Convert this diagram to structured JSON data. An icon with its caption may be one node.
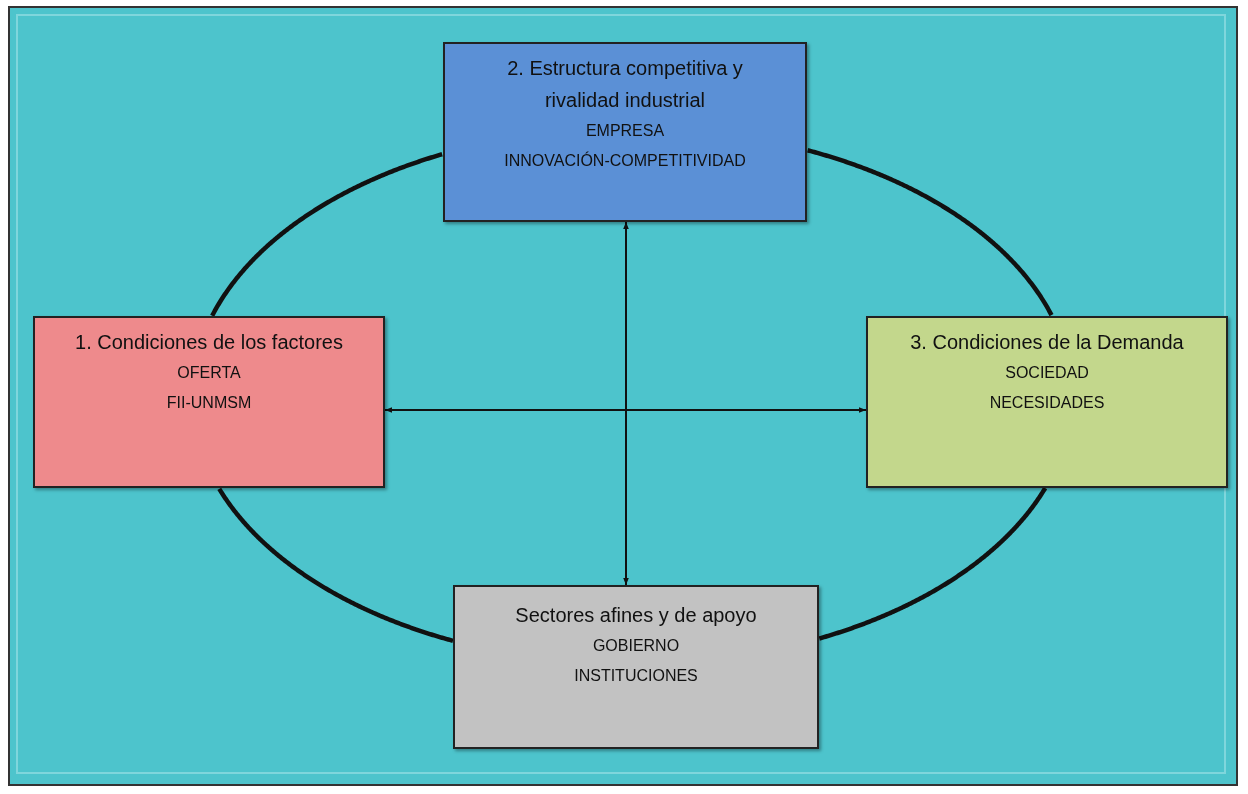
{
  "diagram": {
    "nodes": [
      {
        "text": [
          "2. Estructura competitiva y rivalidad industrial",
          "EMPRESA",
          "INNOVACIÓN-COMPETITIVIDAD"
        ]
      },
      {
        "text": [
          "1. Condiciones de los factores",
          "OFERTA",
          "FII-UNMSM"
        ]
      },
      {
        "text": [
          "3. Condiciones de la Demanda",
          "SOCIEDAD",
          "NECESIDADES"
        ]
      },
      {
        "text": [
          "Sectores afines y de apoyo",
          "GOBIERNO",
          "INSTITUCIONES"
        ]
      }
    ],
    "edges": [
      {
        "from": 0,
        "to": 3,
        "arrow": "both"
      },
      {
        "from": 1,
        "to": 2,
        "arrow": "both"
      },
      {
        "from": 0,
        "to": 1,
        "arrow": "none"
      },
      {
        "from": 0,
        "to": 2,
        "arrow": "none"
      },
      {
        "from": 1,
        "to": 3,
        "arrow": "none"
      },
      {
        "from": 2,
        "to": 3,
        "arrow": "none"
      }
    ]
  }
}
